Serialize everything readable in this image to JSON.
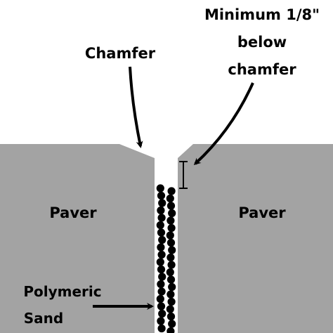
{
  "labels": {
    "chamfer": "Chamfer",
    "minimum_line1": "Minimum 1/8\"",
    "minimum_line2": "below",
    "minimum_line3": "chamfer",
    "paver_left": "Paver",
    "paver_right": "Paver",
    "sand_line1": "Polymeric",
    "sand_line2": "Sand"
  },
  "colors": {
    "paver": "#a3a3a3",
    "background": "#ffffff",
    "ink": "#000000"
  }
}
